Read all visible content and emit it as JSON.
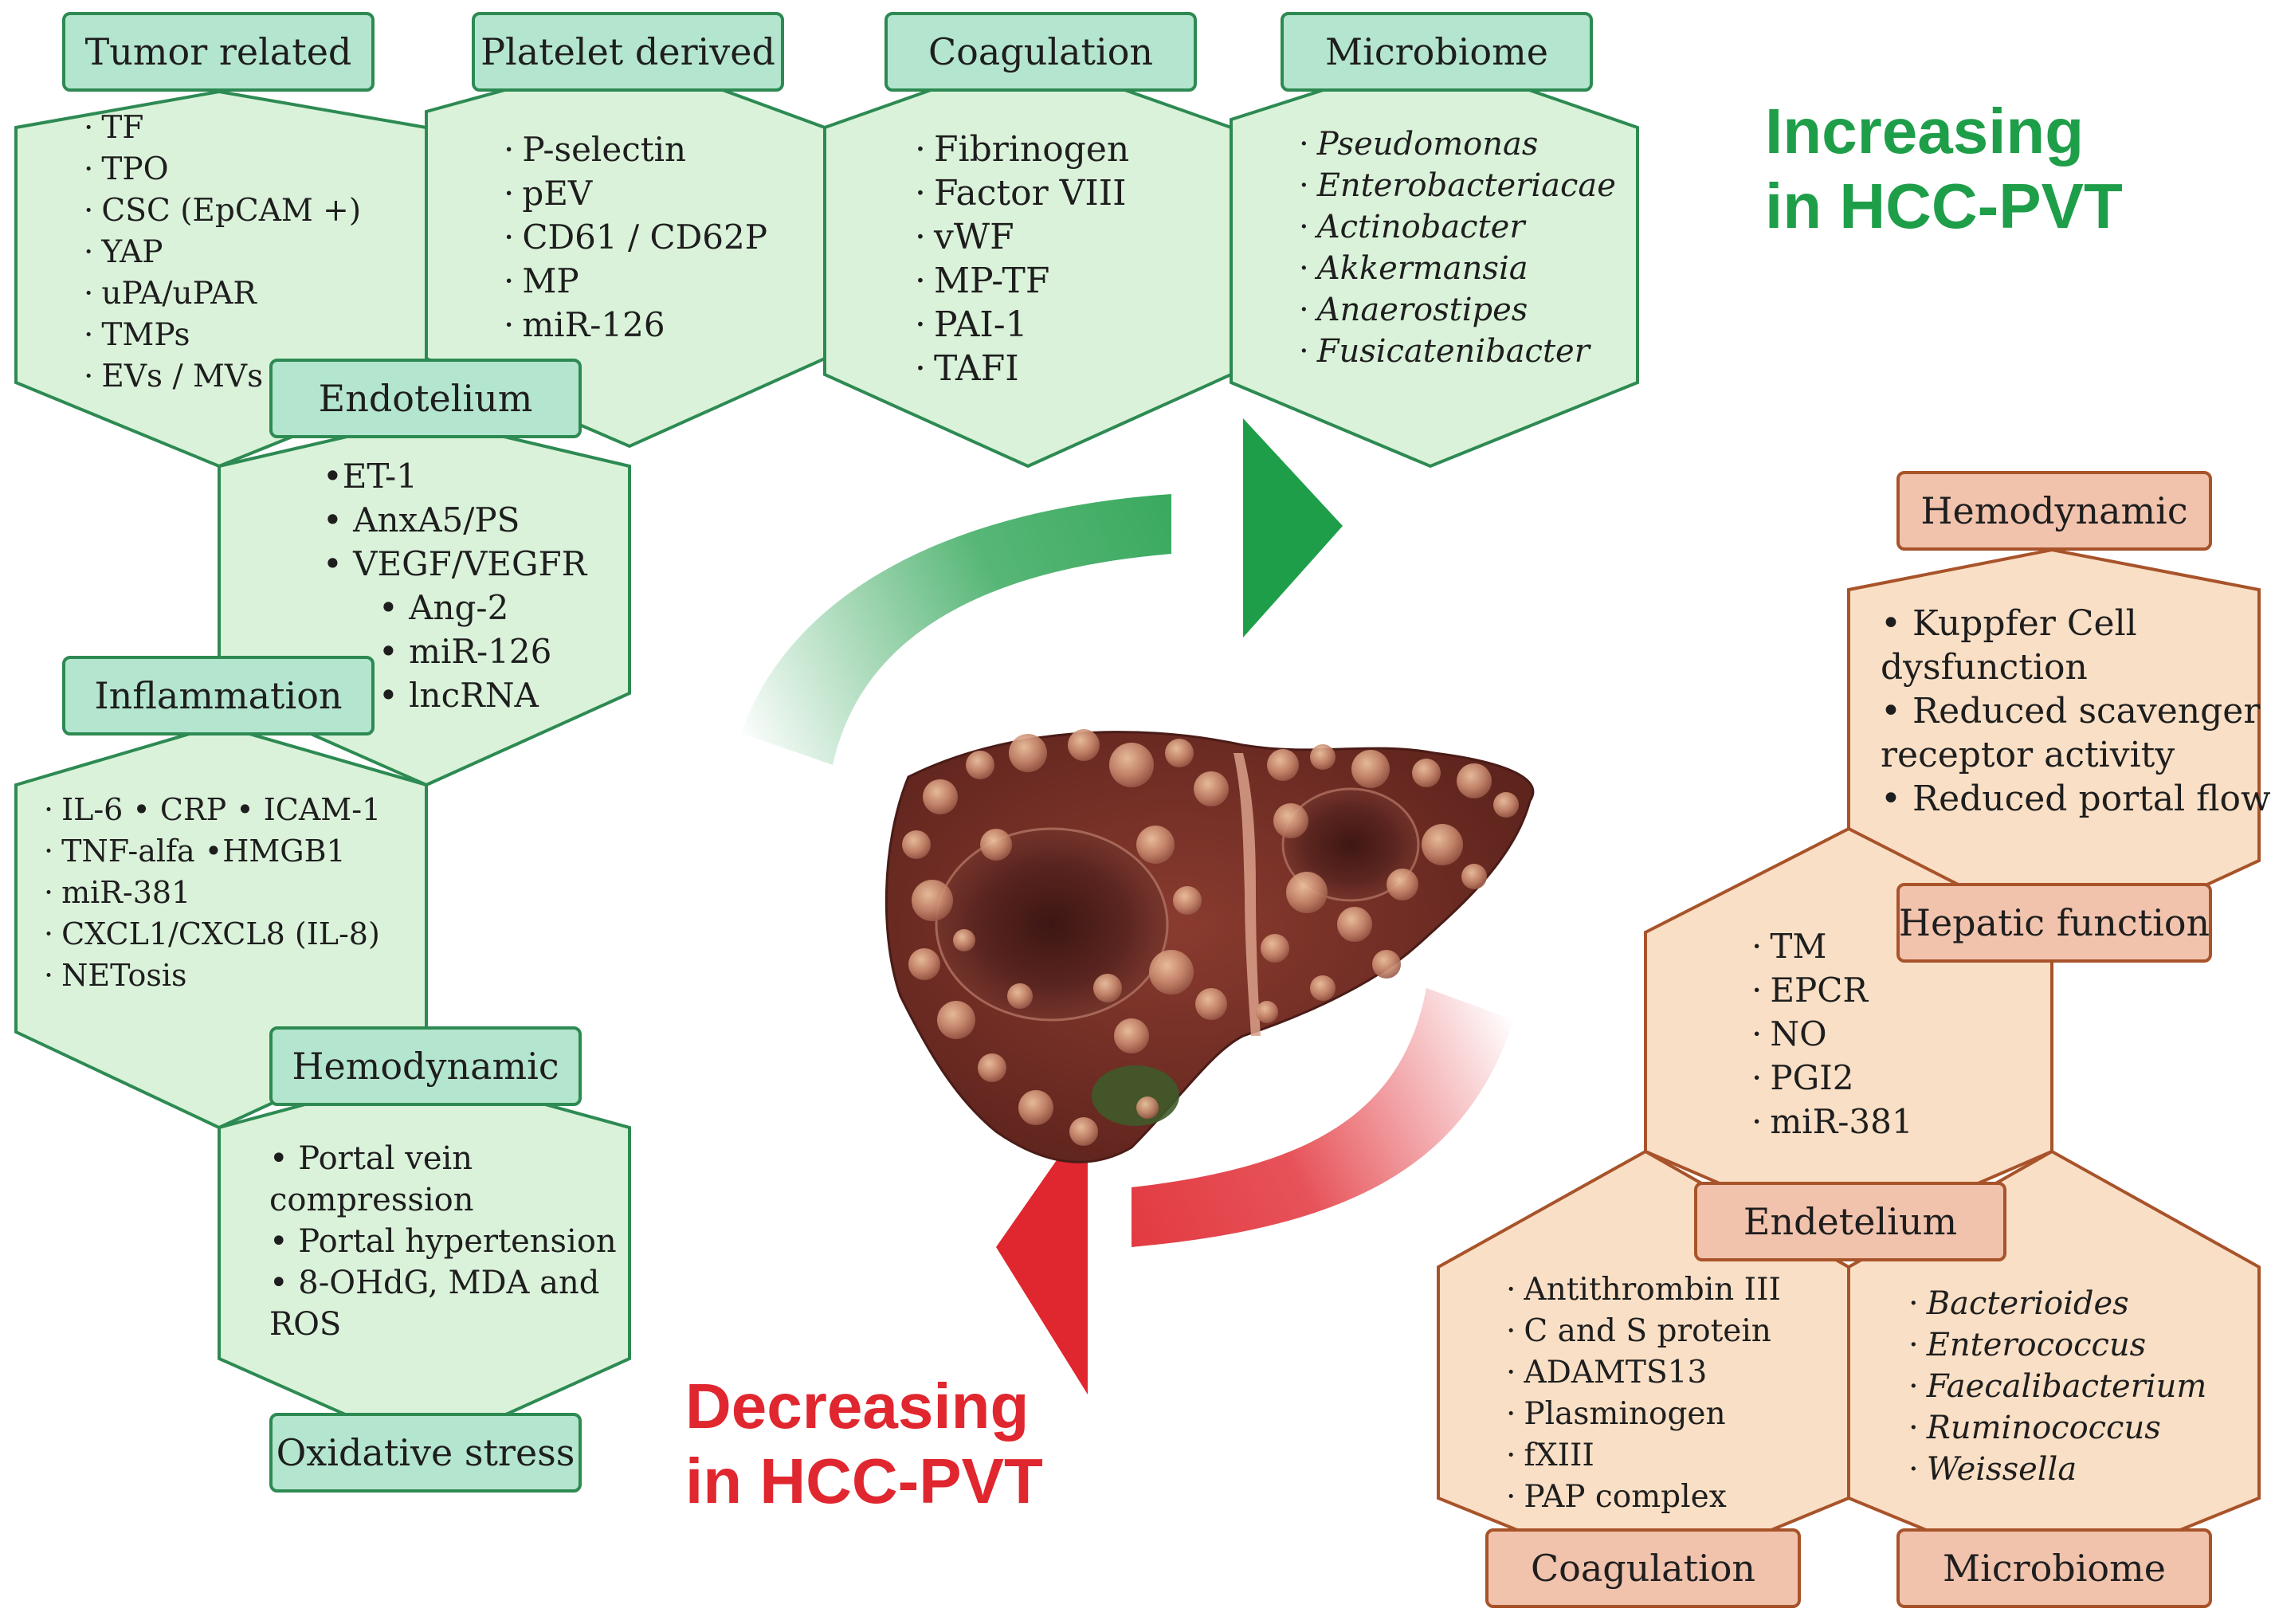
{
  "colors": {
    "increase": "#1f9e49",
    "decrease": "#e0272f",
    "green_fill": "#daf2da",
    "green_stroke": "#2d8a52",
    "orange_fill": "#f9dfc5",
    "orange_stroke": "#a8532a"
  },
  "increasing": {
    "title_line1": "Increasing",
    "title_line2": "in HCC-PVT"
  },
  "decreasing": {
    "title_line1": "Decreasing",
    "title_line2": "in HCC-PVT"
  },
  "green_groups": {
    "tumor": {
      "label": "Tumor related",
      "items": [
        "TF",
        "TPO",
        "CSC (EpCAM +)",
        "YAP",
        "uPA/uPAR",
        "TMPs",
        "EVs / MVs"
      ]
    },
    "platelet": {
      "label": "Platelet derived",
      "items": [
        "P-selectin",
        "pEV",
        "CD61 / CD62P",
        "MP",
        "miR-126"
      ]
    },
    "coagulation": {
      "label": "Coagulation",
      "items": [
        "Fibrinogen",
        "Factor VIII",
        "vWF",
        "MP-TF",
        "PAI-1",
        "TAFI"
      ]
    },
    "microbiome": {
      "label": "Microbiome",
      "items": [
        "Pseudomonas",
        "Enterobacteriacae",
        "Actinobacter",
        "Akkermansia",
        "Anaerostipes",
        "Fusicatenibacter"
      ]
    },
    "endotelium": {
      "label": "Endotelium",
      "items": [
        "•ET-1",
        "• AnxA5/PS",
        "• VEGF/VEGFR",
        "• Ang-2",
        "• miR-126",
        "• lncRNA"
      ]
    },
    "inflammation": {
      "label": "Inflammation",
      "items": [
        "IL-6 • CRP • ICAM-1",
        "TNF-alfa •HMGB1",
        "miR-381",
        "CXCL1/CXCL8 (IL-8)",
        "NETosis"
      ]
    },
    "hemodynamic": {
      "label": "Hemodynamic",
      "items": [
        "• Portal vein",
        "compression",
        "• Portal hypertension",
        "• 8-OHdG, MDA and",
        "ROS"
      ]
    },
    "oxidative": {
      "label": "Oxidative stress"
    }
  },
  "orange_groups": {
    "hemodynamic": {
      "label": "Hemodynamic",
      "items": [
        "• Kuppfer Cell",
        "dysfunction",
        "• Reduced scavenger",
        "receptor activity",
        "• Reduced portal flow"
      ]
    },
    "hepatic": {
      "label": "Hepatic function",
      "items": [
        "TM",
        "EPCR",
        "NO",
        "PGI2",
        "miR-381"
      ]
    },
    "endetelium": {
      "label": "Endetelium"
    },
    "coagulation": {
      "label": "Coagulation",
      "items": [
        "Antithrombin III",
        "C and S protein",
        "ADAMTS13",
        "Plasminogen",
        "fXIII",
        "PAP complex"
      ]
    },
    "microbiome": {
      "label": "Microbiome",
      "items": [
        "Bacterioides",
        "Enterococcus",
        "Faecalibacterium",
        "Ruminococcus",
        "Weissella"
      ]
    }
  }
}
